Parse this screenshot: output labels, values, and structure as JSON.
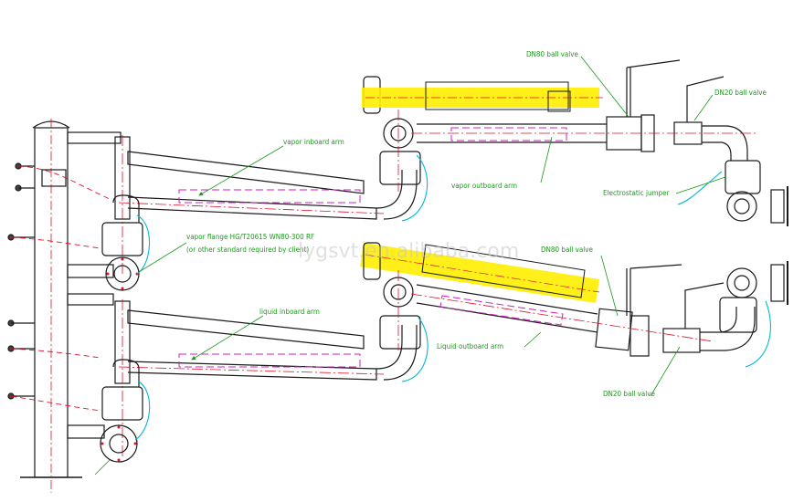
{
  "labels": {
    "dn80_valve_top": "DN80 ball valve",
    "dn20_valve_top": "DN20 ball valve",
    "vapor_inboard_arm": "vapor inboard arm",
    "vapor_outboard_arm": "vapor outboard arm",
    "electrostatic_jumper": "Electrostatic jumper",
    "vapor_flange_line1": "vapor flange HG/T20615 WN80-300 RF",
    "vapor_flange_line2": "(or other standard required by client)",
    "dn80_valve_bottom": "DN80 ball valve",
    "liquid_inboard_arm": "liquid inboard arm",
    "liquid_outboard_arm": "Liquid outboard arm",
    "dn20_valve_bottom": "DN20 ball valve"
  },
  "watermark": "lygsvt.en.alibaba.com",
  "colors": {
    "line": "#1a1a1a",
    "centerline": "#e0102a",
    "hidden": "#d020c0",
    "callout": "#1a9a1a",
    "highlight": "#ffee00",
    "hose": "#00b8d8"
  }
}
